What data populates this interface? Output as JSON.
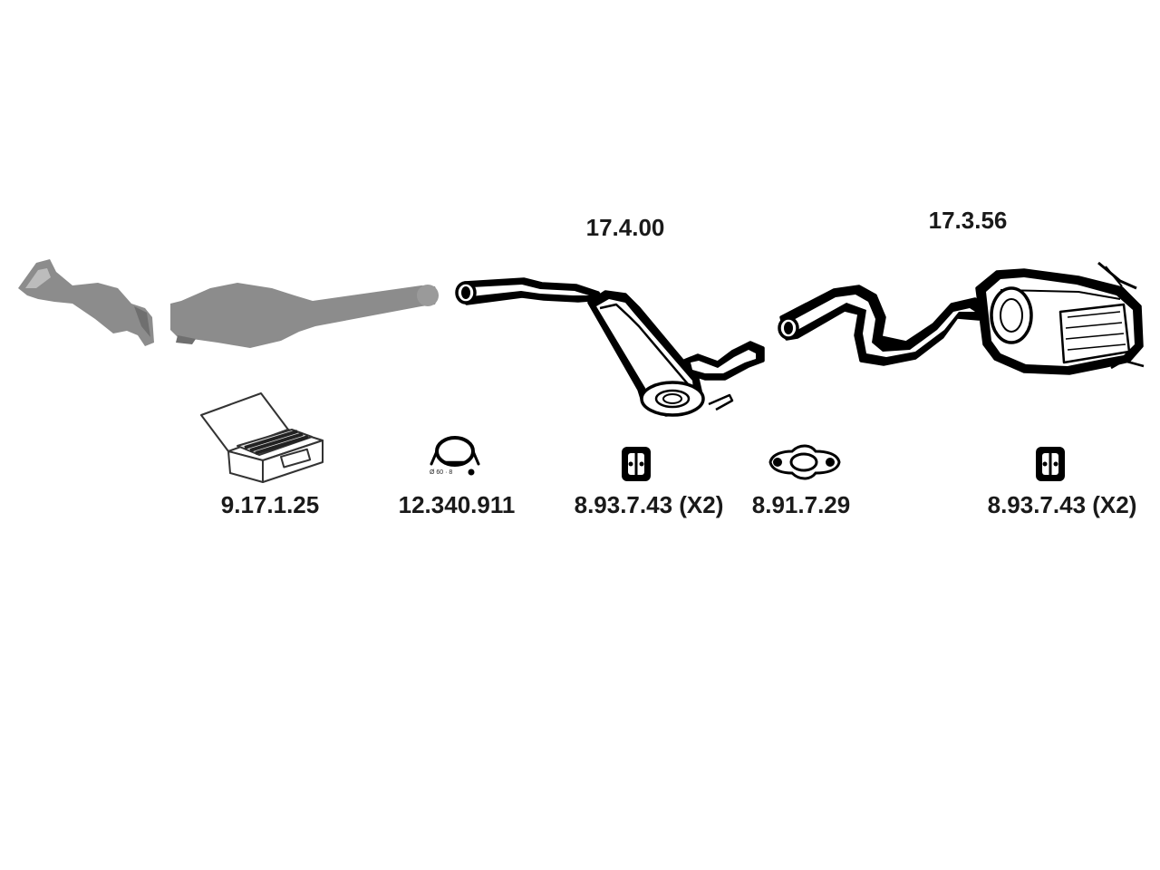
{
  "parts": {
    "front_pipe": {
      "icon": "front-pipe-icon",
      "color": "#8c8c8c"
    },
    "catalyst": {
      "icon": "catalytic-converter-icon",
      "color": "#8c8c8c"
    },
    "middle_silencer": {
      "number": "17.4.00",
      "icon": "middle-silencer-icon"
    },
    "rear_silencer": {
      "number": "17.3.56",
      "icon": "rear-silencer-icon"
    }
  },
  "accessories": [
    {
      "number": "9.17.1.25",
      "icon": "mounting-kit-box-icon"
    },
    {
      "number": "12.340.911",
      "icon": "pipe-clamp-icon"
    },
    {
      "number": "8.93.7.43 (X2)",
      "icon": "rubber-hanger-icon"
    },
    {
      "number": "8.91.7.29",
      "icon": "flange-gasket-icon"
    },
    {
      "number": "8.93.7.43 (X2)",
      "icon": "rubber-hanger-icon"
    }
  ],
  "colors": {
    "ink": "#000000",
    "grey_part": "#8c8c8c",
    "background": "#ffffff"
  }
}
